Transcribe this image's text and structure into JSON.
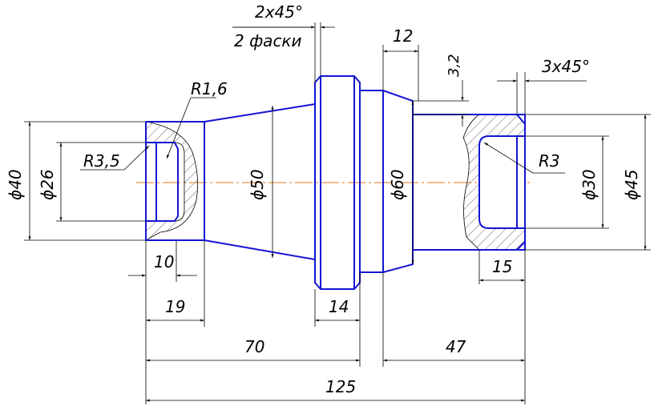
{
  "labels": {
    "chamfer_top": "2x45°",
    "chamfer_count": "2 фаски",
    "chamfer_right": "3x45°",
    "r16": "R1,6",
    "r35": "R3,5",
    "r3": "R3",
    "d40": "ϕ40",
    "d26": "ϕ26",
    "d50": "ϕ50",
    "d60": "ϕ60",
    "d30": "ϕ30",
    "d45": "ϕ45",
    "len12": "12",
    "len32": "3,2",
    "len10": "10",
    "len19": "19",
    "len14": "14",
    "len15": "15",
    "len70": "70",
    "len47": "47",
    "len125": "125"
  }
}
